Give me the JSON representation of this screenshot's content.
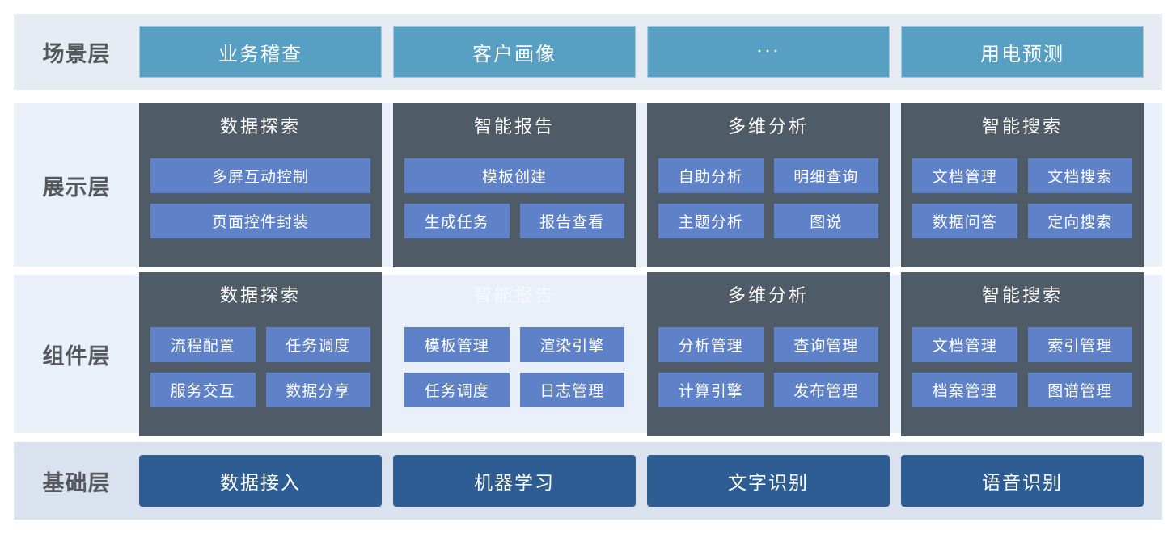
{
  "colors": {
    "scenario_button": "#57a0c4",
    "panel_dark": "#505b68",
    "module_button": "#5e81c7",
    "base_button": "#2e5d93",
    "band_scenario_bg": "#e7ebf3",
    "band_middle_bg": "#e9f0f9",
    "band_base_bg": "#d9e2ee",
    "label_text": "#55585c"
  },
  "layers": [
    {
      "label": "场景层",
      "items": [
        "业务稽查",
        "客户画像",
        "···",
        "用电预测"
      ]
    },
    {
      "label": "展示层",
      "groups": [
        {
          "title": "数据探索",
          "rows": [
            [
              "多屏互动控制"
            ],
            [
              "页面控件封装"
            ]
          ]
        },
        {
          "title": "智能报告",
          "rows": [
            [
              "模板创建"
            ],
            [
              "生成任务",
              "报告查看"
            ]
          ]
        },
        {
          "title": "多维分析",
          "rows": [
            [
              "自助分析",
              "明细查询"
            ],
            [
              "主题分析",
              "图说"
            ]
          ]
        },
        {
          "title": "智能搜索",
          "rows": [
            [
              "文档管理",
              "文档搜索"
            ],
            [
              "数据问答",
              "定向搜索"
            ]
          ]
        }
      ]
    },
    {
      "label": "组件层",
      "groups": [
        {
          "title": "数据探索",
          "rows": [
            [
              "流程配置",
              "任务调度"
            ],
            [
              "服务交互",
              "数据分享"
            ]
          ]
        },
        {
          "title": "智能报告",
          "transparent": true,
          "rows": [
            [
              "模板管理",
              "渲染引擎"
            ],
            [
              "任务调度",
              "日志管理"
            ]
          ]
        },
        {
          "title": "多维分析",
          "rows": [
            [
              "分析管理",
              "查询管理"
            ],
            [
              "计算引擎",
              "发布管理"
            ]
          ]
        },
        {
          "title": "智能搜索",
          "rows": [
            [
              "文档管理",
              "索引管理"
            ],
            [
              "档案管理",
              "图谱管理"
            ]
          ]
        }
      ]
    },
    {
      "label": "基础层",
      "items": [
        "数据接入",
        "机器学习",
        "文字识别",
        "语音识别"
      ]
    }
  ]
}
